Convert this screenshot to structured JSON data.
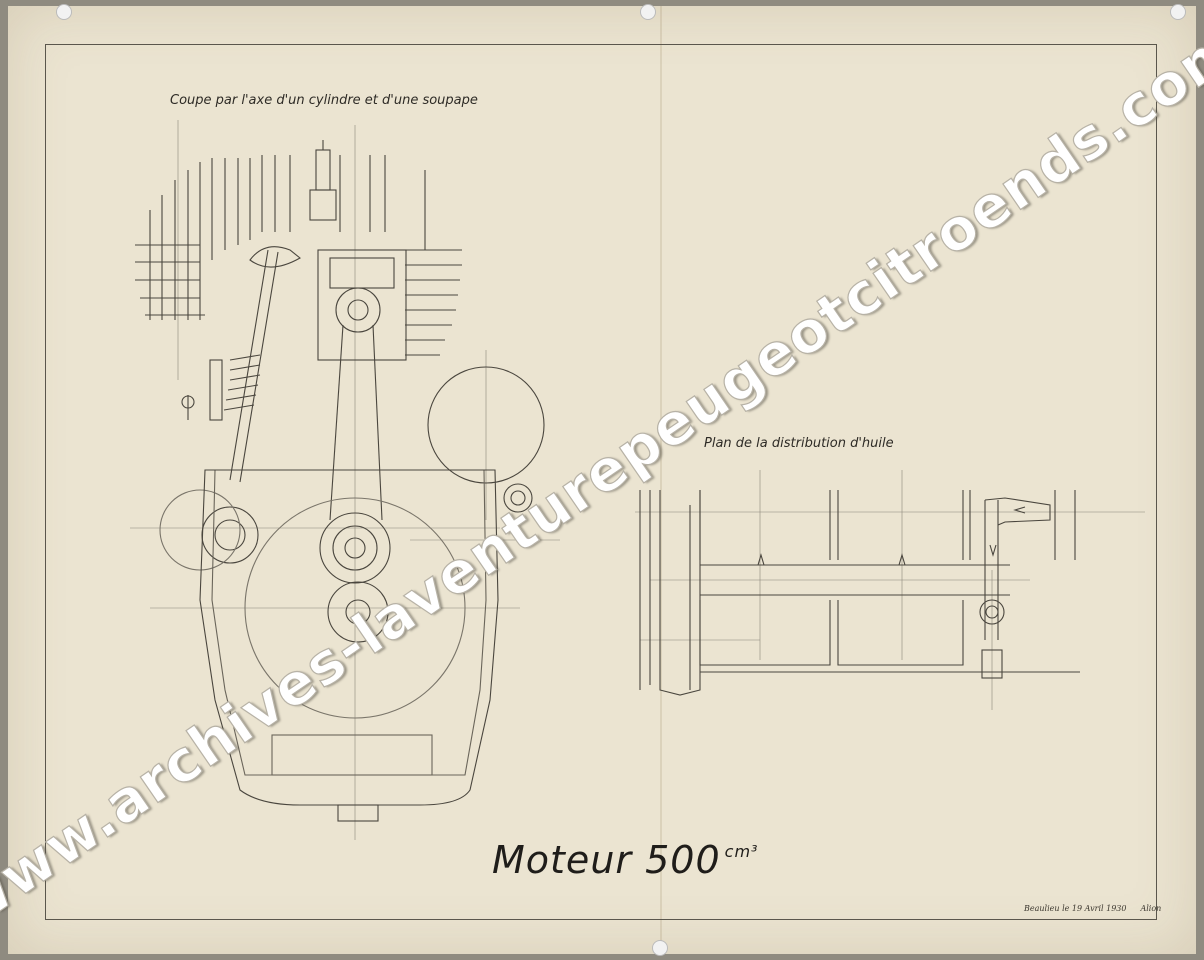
{
  "document": {
    "caption_engine": "Coupe par l'axe d'un cylindre et d'une soupape",
    "caption_oil": "Plan de la distribution d'huile",
    "title": "Moteur 500",
    "title_unit": "cm³",
    "signature": "Beaulieu le 19 Avril 1930",
    "signature_initials": "Alion"
  },
  "watermark": {
    "text": "www.archives-laventurepeugeotcitroends.com"
  },
  "colors": {
    "paper": "#ebe4d1",
    "ink": "#2e2b26",
    "watermark_fill": "#ffffff"
  }
}
